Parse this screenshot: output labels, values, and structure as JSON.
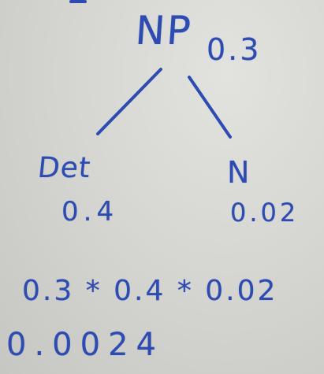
{
  "tree": {
    "root": {
      "label": "NP",
      "prob": "0.3"
    },
    "left": {
      "label": "Det",
      "prob": "0.4"
    },
    "right": {
      "label": "N",
      "prob": "0.02"
    }
  },
  "calculation": {
    "expression": "0.3 * 0.4 * 0.02",
    "result": "0.0024"
  },
  "colors": {
    "ink": "#2d4bb0",
    "board": "#d6d6d2"
  }
}
